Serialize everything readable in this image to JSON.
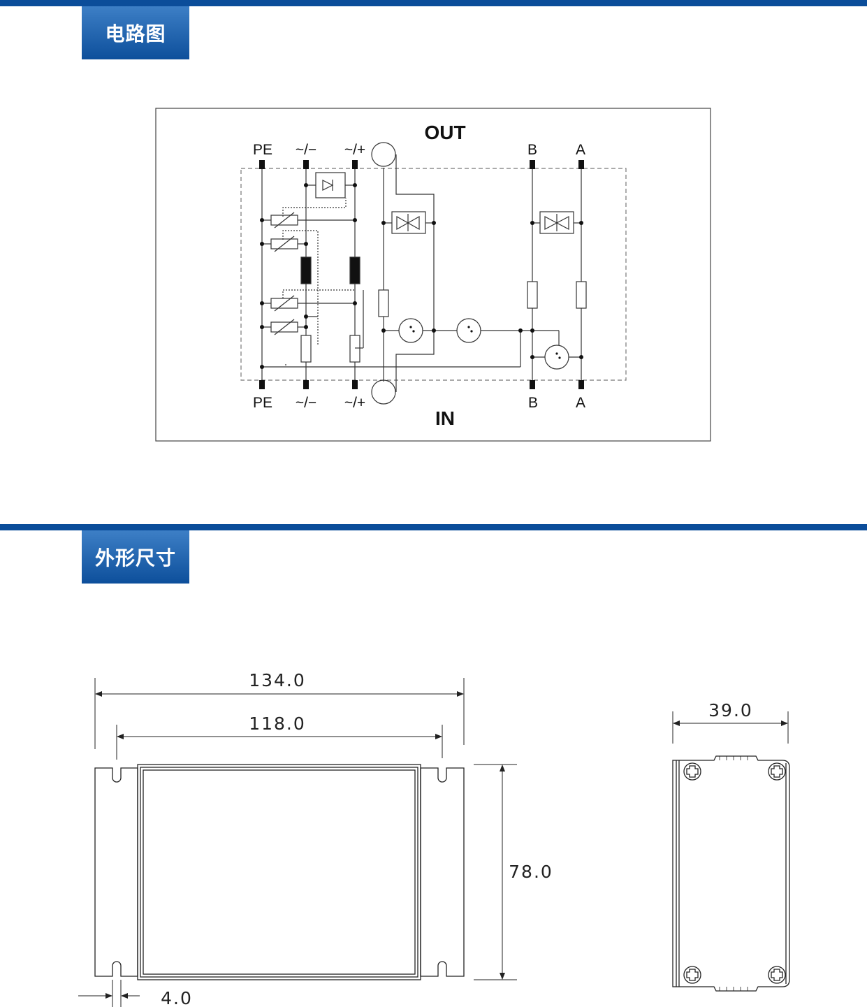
{
  "sections": {
    "circuit": {
      "title": "电路图"
    },
    "dimensions": {
      "title": "外形尺寸"
    }
  },
  "circuit": {
    "out_label": "OUT",
    "in_label": "IN",
    "terminals_top": [
      "PE",
      "~/−",
      "~/+",
      "B",
      "A"
    ],
    "terminals_bottom": [
      "PE",
      "~/−",
      "~/+",
      "B",
      "A"
    ]
  },
  "dimensions": {
    "overall_width": "134.0",
    "mounting_pitch": "118.0",
    "height": "78.0",
    "slot_width": "4.0",
    "depth": "39.0"
  },
  "colors": {
    "header_band": "#0b4d9a",
    "tab_top": "#3d7fc6",
    "tab_bottom": "#0d4f9b"
  }
}
